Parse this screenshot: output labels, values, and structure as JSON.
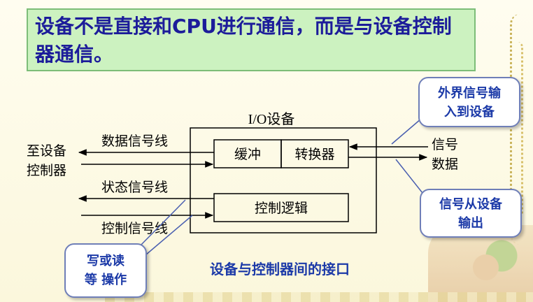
{
  "slide": {
    "title_line1": "设备不是直接和CPU进行通信，而是与设备控制",
    "title_line2": "器通信。"
  },
  "diagram": {
    "device_label": "I/O设备",
    "buffer_label": "缓冲",
    "converter_label": "转换器",
    "control_logic_label": "控制逻辑",
    "left_endpoint_line1": "至设备",
    "left_endpoint_line2": "控制器",
    "data_line_label": "数据信号线",
    "status_line_label": "状态信号线",
    "control_line_label": "控制信号线",
    "right_label_line1": "信号",
    "right_label_line2": "数据",
    "caption": "设备与控制器间的接口"
  },
  "callouts": {
    "external_input_line1": "外界信号输",
    "external_input_line2": "入到设备",
    "device_output_line1": "信号从设备",
    "device_output_line2": "输出",
    "rw_line1": "写或读",
    "rw_line2": "等 操作"
  },
  "colors": {
    "title_bg": "#ccf2c0",
    "title_text": "#1c1c9a",
    "callout_text": "#1c3aa8",
    "caption_text": "#1c3aa8"
  }
}
